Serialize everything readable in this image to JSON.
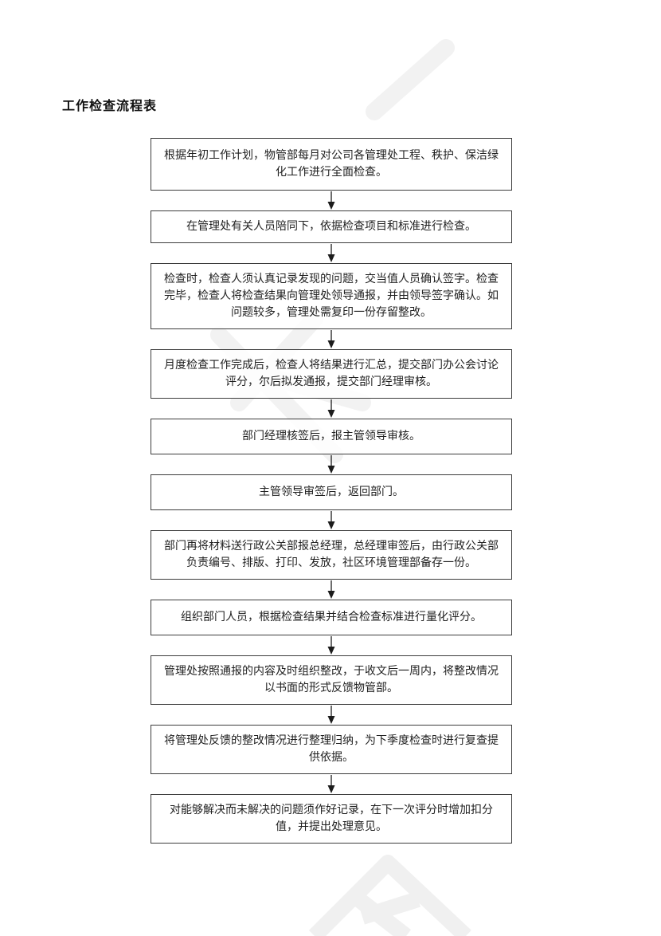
{
  "page": {
    "title": "工作检查流程表"
  },
  "flowchart": {
    "steps": [
      "根据年初工作计划，物管部每月对公司各管理处工程、秩护、保洁绿化工作进行全面检查。",
      "在管理处有关人员陪同下，依据检查项目和标准进行检查。",
      "检查时，检查人须认真记录发现的问题，交当值人员确认签字。检查完毕，检查人将检查结果向管理处领导通报，并由领导签字确认。如问题较多，管理处需复印一份存留整改。",
      "月度检查工作完成后，检查人将结果进行汇总，提交部门办公会讨论评分，尔后拟发通报，提交部门经理审核。",
      "部门经理核签后，报主管领导审核。",
      "主管领导审签后，返回部门。",
      "部门再将材料送行政公关部报总经理，总经理审签后，由行政公关部负责编号、排版、打印、发放，社区环境管理部备存一份。",
      "组织部门人员，根据检查结果并结合检查标准进行量化评分。",
      "管理处按照通报的内容及时组织整改，于收文后一周内，将整改情况以书面的形式反馈物管部。",
      "将管理处反馈的整改情况进行整理归纳，为下季度检查时进行复查提供依据。",
      "对能够解决而未解决的问题须作好记录，在下一次评分时增加扣分值，并提出处理意见。"
    ]
  },
  "colors": {
    "box_border": "#3d3d3d",
    "text": "#1f1f1f",
    "arrow": "#1c1c1c",
    "background": "#ffffff",
    "watermark": "#f1f1f1"
  }
}
